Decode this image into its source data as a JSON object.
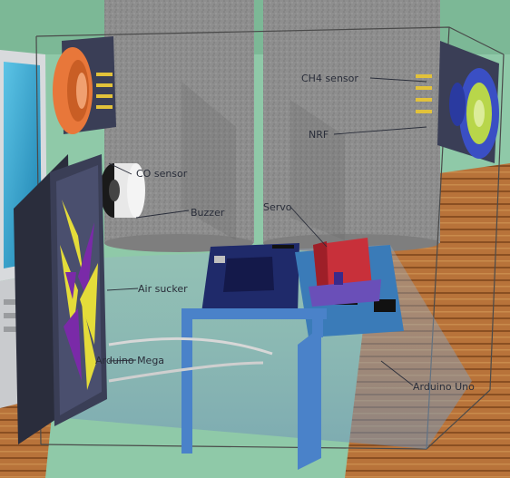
{
  "labels": {
    "co_sensor": "CO sensor",
    "buzzer": "Buzzer",
    "servo": "Servo",
    "ch4_sensor": "CH4 sensor",
    "nrf": "NRF",
    "air_sucker": "Air sucker",
    "arduino_mega": "Arduino Mega",
    "arduino_uno": "Arduino Uno"
  },
  "colors": {
    "wall_background": "#8fc9a8",
    "concrete_pillar": "#8c8c8c",
    "wood_floor": "#b8733a",
    "laptop_screen": "#2aa3cf",
    "co_sensor_housing": "#e8773a",
    "ch4_sensor_ring": "#3a4fc4",
    "ch4_sensor_core": "#b8d64a",
    "fan_blade_yellow": "#e4dc3a",
    "fan_blade_purple": "#7a2aa8",
    "fan_frame": "#3a3e56",
    "arduino_mega_board": "#1f2a6a",
    "arduino_uno_board": "#3a7bb8",
    "servo_body": "#c8303a",
    "frame_blue": "#4a82c9",
    "box_tint": "#6f93b8"
  }
}
